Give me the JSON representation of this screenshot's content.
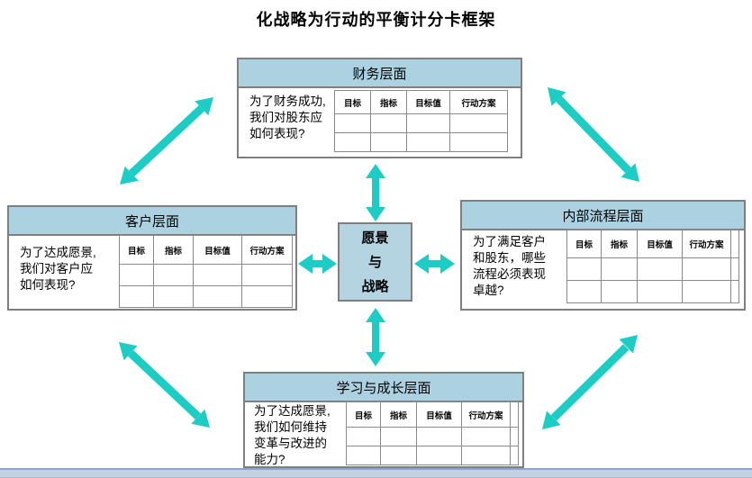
{
  "title": "化战略为行动的平衡计分卡框架",
  "center": {
    "text": "愿景\n与\n战略"
  },
  "table_columns": [
    "目标",
    "指标",
    "目标值",
    "行动方案"
  ],
  "perspectives": {
    "financial": {
      "title": "财务层面",
      "question": "为了财务成功,\n我们对股东应\n如何表现?"
    },
    "customer": {
      "title": "客户层面",
      "question": "为了达成愿景,\n我们对客户应\n如何表现?"
    },
    "internal": {
      "title": "内部流程层面",
      "question": "为了满足客户\n和股东，哪些\n流程必须表现\n卓越?"
    },
    "learning": {
      "title": "学习与成长层面",
      "question": "为了达成愿景,\n我们如何维持\n变革与改进的\n能力?"
    }
  },
  "colors": {
    "arrow": "#1DCDC5",
    "header_fill": "#ACD2E2",
    "center_fill": "#B3D4E0",
    "footer_line": "#8CA6C6",
    "footer_fill": "#C3D0E0"
  }
}
